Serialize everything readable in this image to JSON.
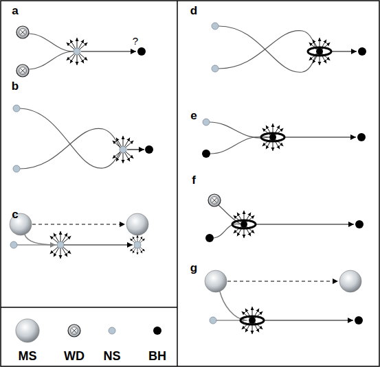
{
  "diagram": {
    "labels": [
      "a",
      "?",
      "b",
      "c",
      "d",
      "e",
      "f",
      "g"
    ],
    "legend": [
      {
        "text": "MS"
      },
      {
        "text": "WD"
      },
      {
        "text": "NS"
      },
      {
        "text": "BH"
      }
    ]
  }
}
